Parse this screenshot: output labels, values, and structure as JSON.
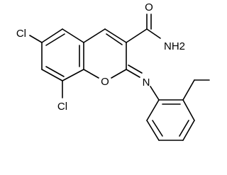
{
  "molecule": {
    "atoms": [
      {
        "id": "cl_top",
        "symbol": "Cl"
      },
      {
        "id": "cl_bottom",
        "symbol": "Cl"
      },
      {
        "id": "o_carbonyl",
        "symbol": "O"
      },
      {
        "id": "nh2",
        "symbol": "NH2"
      },
      {
        "id": "o_ring",
        "symbol": "O"
      },
      {
        "id": "n_imine",
        "symbol": "N"
      }
    ],
    "colors": {
      "stroke": "#000000",
      "text": "#000000",
      "background": "#ffffff"
    }
  }
}
